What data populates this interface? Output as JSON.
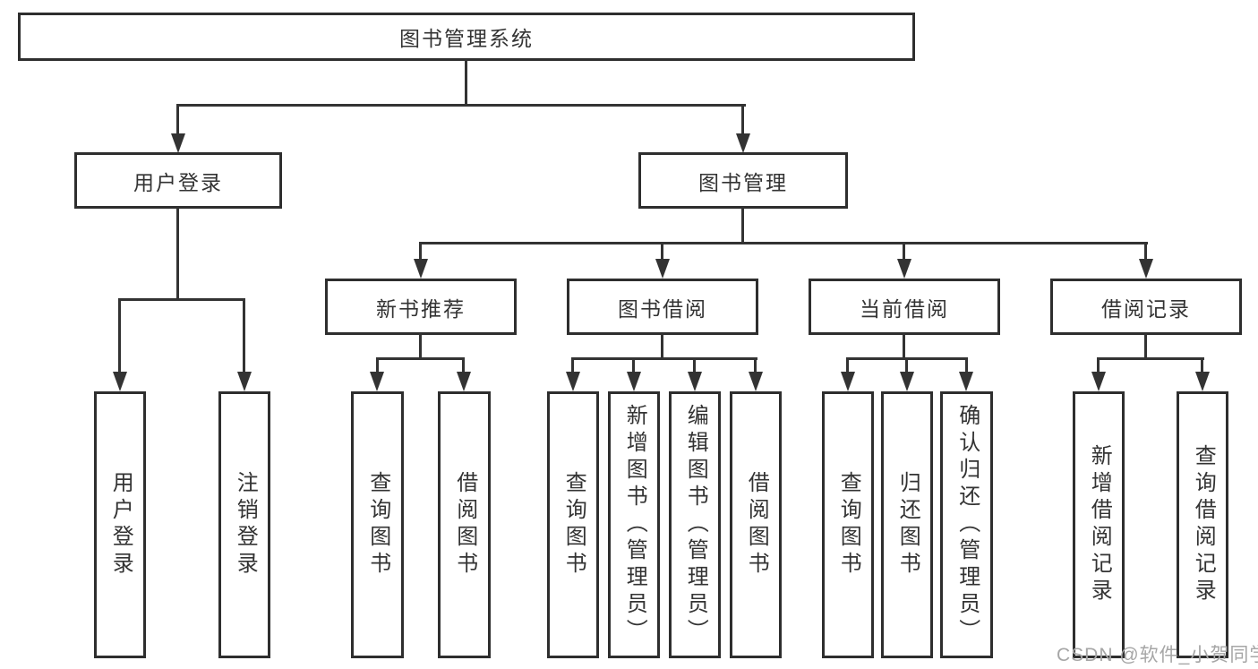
{
  "diagram": {
    "title": "图书管理系统",
    "level2": [
      {
        "id": "user-login",
        "label": "用户登录"
      },
      {
        "id": "book-management",
        "label": "图书管理"
      }
    ],
    "level3": [
      {
        "id": "new-book-recommend",
        "label": "新书推荐",
        "parent": "图书管理"
      },
      {
        "id": "book-borrowing",
        "label": "图书借阅",
        "parent": "图书管理"
      },
      {
        "id": "current-borrowing",
        "label": "当前借阅",
        "parent": "图书管理"
      },
      {
        "id": "borrowing-records",
        "label": "借阅记录",
        "parent": "图书管理"
      }
    ],
    "leaves": [
      {
        "parent": "用户登录",
        "label": "用户登录"
      },
      {
        "parent": "用户登录",
        "label": "注销登录"
      },
      {
        "parent": "新书推荐",
        "label": "查询图书"
      },
      {
        "parent": "新书推荐",
        "label": "借阅图书"
      },
      {
        "parent": "图书借阅",
        "label": "查询图书"
      },
      {
        "parent": "图书借阅",
        "label": "新增图书（管理员）"
      },
      {
        "parent": "图书借阅",
        "label": "编辑图书（管理员）"
      },
      {
        "parent": "图书借阅",
        "label": "借阅图书"
      },
      {
        "parent": "当前借阅",
        "label": "查询图书"
      },
      {
        "parent": "当前借阅",
        "label": "归还图书"
      },
      {
        "parent": "当前借阅",
        "label": "确认归还（管理员）"
      },
      {
        "parent": "借阅记录",
        "label": "新增借阅记录"
      },
      {
        "parent": "借阅记录",
        "label": "查询借阅记录"
      }
    ],
    "watermark": "CSDN @软件_小贺同学",
    "colors": {
      "line": "#333333",
      "border": "#2e2e2e",
      "text": "#333333",
      "watermark": "#a6a6a6"
    }
  }
}
